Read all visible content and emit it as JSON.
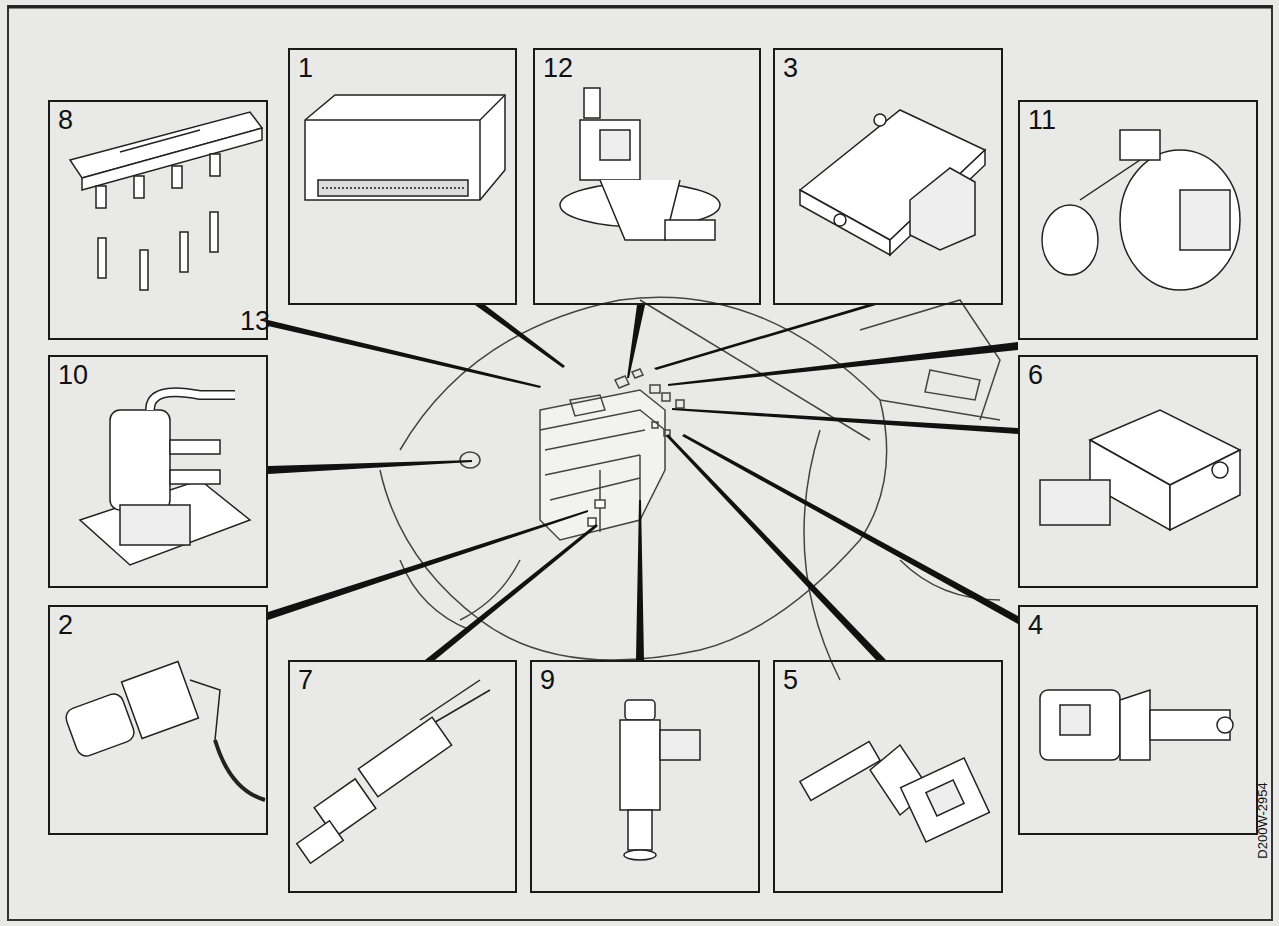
{
  "diagram": {
    "nodes": [
      {
        "text": [
          "8"
        ]
      },
      {
        "text": [
          "1"
        ]
      },
      {
        "text": [
          "12"
        ]
      },
      {
        "text": [
          "3"
        ]
      },
      {
        "text": [
          "11"
        ]
      },
      {
        "text": [
          "10"
        ]
      },
      {
        "text": [
          "6"
        ]
      },
      {
        "text": [
          "2"
        ]
      },
      {
        "text": [
          "7"
        ]
      },
      {
        "text": [
          "9"
        ]
      },
      {
        "text": [
          "5"
        ]
      },
      {
        "text": [
          "4"
        ]
      }
    ],
    "labels": [
      "13",
      "D200W-2954"
    ]
  }
}
